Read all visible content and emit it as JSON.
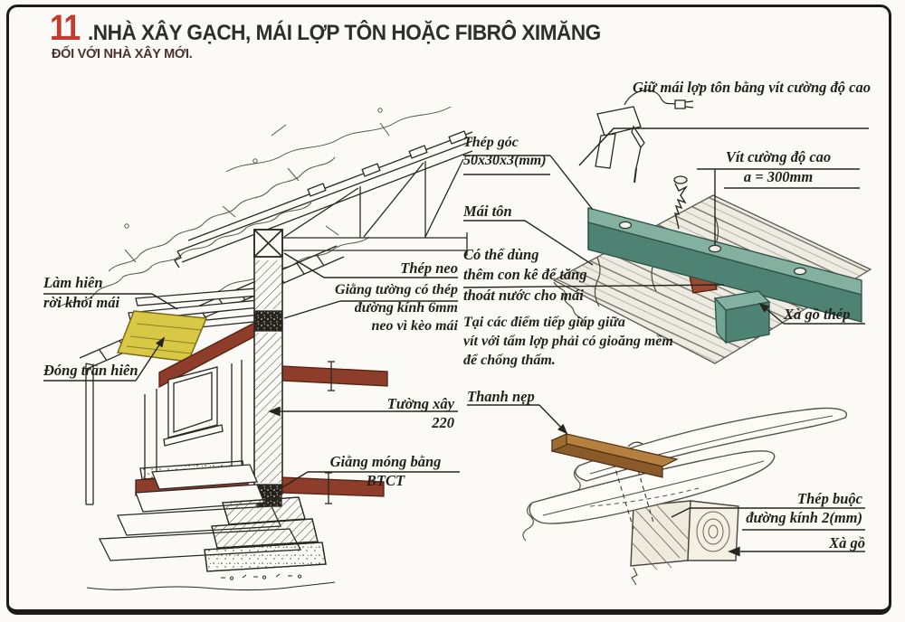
{
  "header": {
    "number": "11",
    "title": ".NHÀ XÂY GẠCH, MÁI LỢP TÔN HOẶC FIBRÔ XIMĂNG",
    "subtitle": "ĐỐI VỚI NHÀ XÂY MỚI."
  },
  "colors": {
    "accent_red": "#c23a30",
    "steel_teal": "#6fa392",
    "steel_teal_dark": "#4e8273",
    "beam_brown": "#8e3d2a",
    "ceiling_yellow": "#d9c845",
    "wood_brown": "#b5803f",
    "ink": "#2a2823",
    "paper": "#fbfaf6"
  },
  "labels": {
    "note_top": "Giữ mái lợp tôn bằng vít cường độ cao",
    "thep_goc": "Thép góc\n50x30x3(mm)",
    "mai_ton": "Mái tôn",
    "note_con_ke": "Có thể dùng\nthêm con kê để tăng\nthoát nước cho mái",
    "note_gioang": "Tại các điểm tiếp giáp giữa\nvít với tấm lợp phải có gioăng mềm\nđể chống thấm.",
    "vit_cuong_do": "Vít cường độ cao\na = 300mm",
    "xa_go_thep": "Xà gồ thép",
    "lam_hien": "Làm hiên\nrời khỏi mái",
    "dong_tran_hien": "Đóng trần hiên",
    "thep_neo": "Thép neo",
    "giang_tuong": "Giằng tường có thép\nđường kính 6mm\nneo vì kèo mái",
    "tuong_xay": "Tường xây 220",
    "giang_mong": "Giằng móng bằng BTCT",
    "thanh_nep": "Thanh nẹp",
    "thep_buoc": "Thép buộc\nđường kính 2(mm)",
    "xa_go": "Xà gồ"
  }
}
